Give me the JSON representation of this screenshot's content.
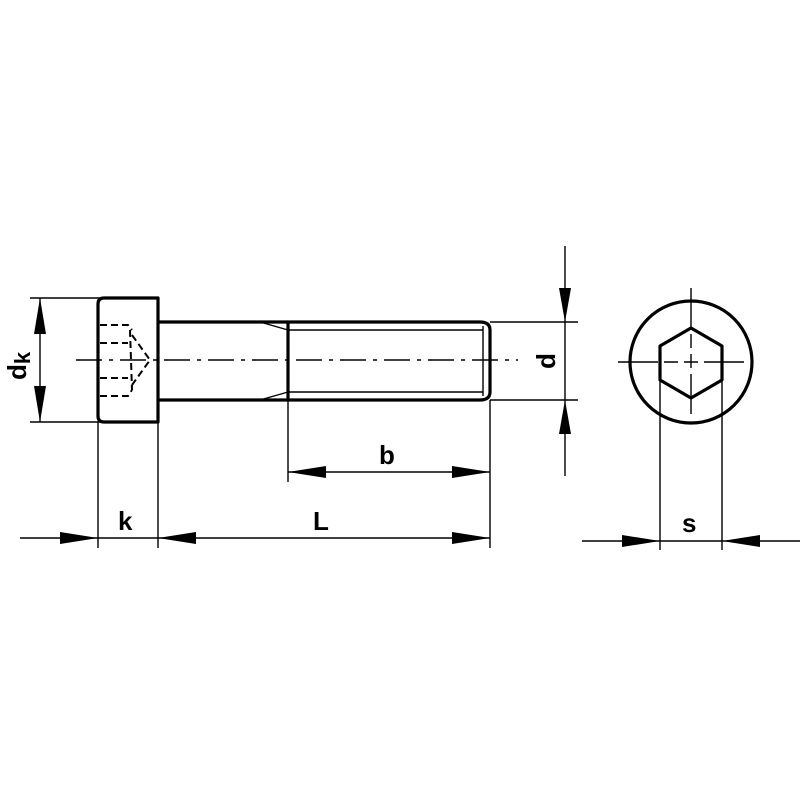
{
  "diagram": {
    "subject": "Socket head cap screw",
    "views": [
      "side-view",
      "end-view"
    ],
    "dimensions": {
      "head_diameter": {
        "label_main": "d",
        "label_sub": "k"
      },
      "head_height": {
        "label": "k"
      },
      "length": {
        "label": "L"
      },
      "thread_length": {
        "label": "b"
      },
      "thread_diameter": {
        "label": "d"
      },
      "socket_size": {
        "label": "s"
      }
    },
    "colors": {
      "line": "#000000",
      "background": "#ffffff"
    }
  }
}
